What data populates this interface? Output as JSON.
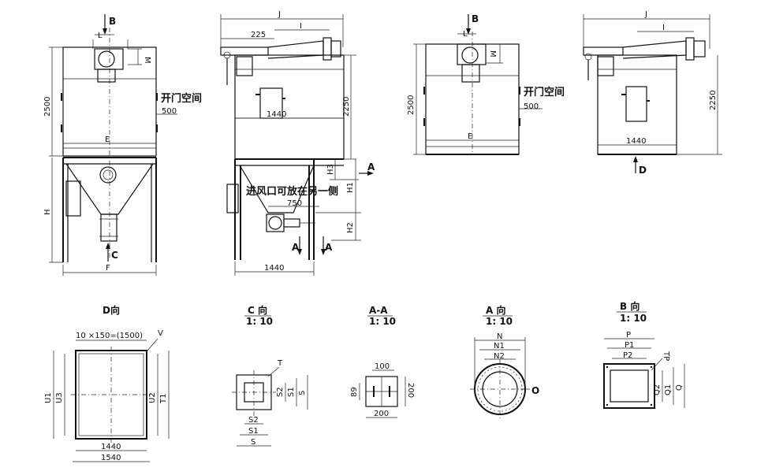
{
  "view1": {
    "b_label": "B",
    "l_label": "L",
    "m_label": "M",
    "h2500": "2500",
    "door_space": "开门空间",
    "d500": "500",
    "e_label": "E",
    "h_label": "H",
    "c_label": "C",
    "f_label": "F"
  },
  "view2": {
    "j_label": "J",
    "d225": "225",
    "i_label": "I",
    "h2250": "2250",
    "w1440": "1440",
    "h3": "H3",
    "a_label": "A",
    "h1": "H1",
    "inlet_note": "进风口可放在另一侧",
    "d750": "750",
    "h2": "H2",
    "a_left": "A",
    "a_right": "A",
    "w1440_bottom": "1440"
  },
  "view3": {
    "b_label": "B",
    "l_label": "L",
    "m_label": "M",
    "h2500": "2500",
    "door_space": "开门空间",
    "d500": "500",
    "e_label": "E"
  },
  "view4": {
    "j_label": "J",
    "i_label": "I",
    "h2250": "2250",
    "w1440": "1440",
    "d_label": "D"
  },
  "view_d": {
    "title": "D向",
    "pitch": "10 ×150=(1500)",
    "v_label": "V",
    "u1": "U1",
    "u3": "U3",
    "u2": "U2",
    "t1": "T1",
    "w1440": "1440",
    "w1540": "1540"
  },
  "view_c": {
    "title": "C 向",
    "scale": "1: 10",
    "t_label": "T",
    "s2": "S2",
    "s1": "S1",
    "s": "S",
    "s2b": "S2",
    "s1b": "S1",
    "sb": "S"
  },
  "view_aa": {
    "title": "A-A",
    "scale": "1: 10",
    "d100": "100",
    "d89": "89",
    "d200r": "200",
    "d200b": "200"
  },
  "view_a": {
    "title": "A 向",
    "scale": "1: 10",
    "n": "N",
    "n1": "N1",
    "n2": "N2",
    "o": "O"
  },
  "view_b": {
    "title": "B 向",
    "scale": "1: 10",
    "p": "P",
    "p1": "P1",
    "p2": "P2",
    "q": "Q",
    "q1": "Q1",
    "q2": "Q2",
    "tp": "TP"
  }
}
